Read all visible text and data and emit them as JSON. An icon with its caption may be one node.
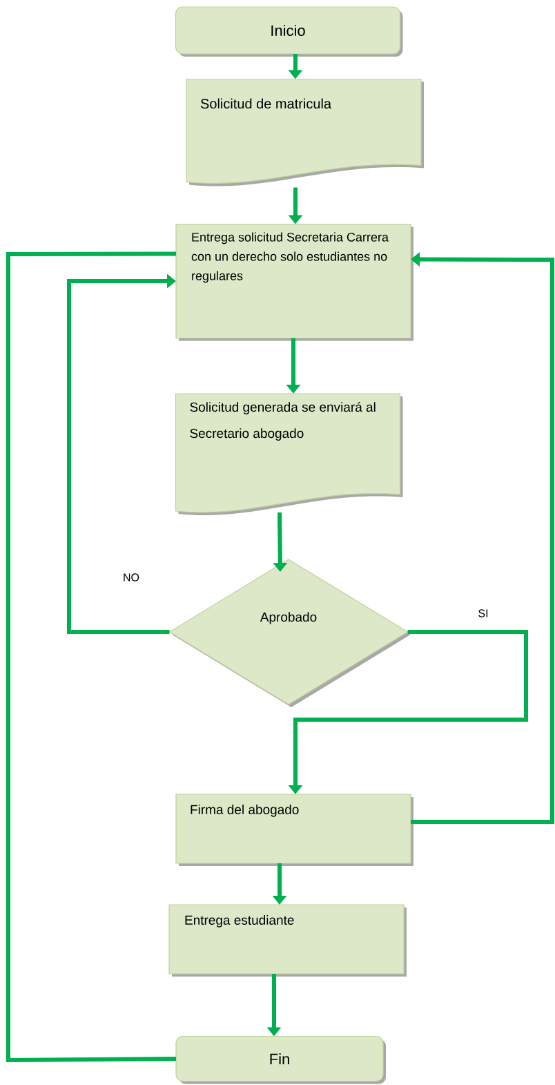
{
  "diagram": {
    "nodes": [
      {
        "text": [
          "Inicio"
        ]
      },
      {
        "text": [
          "Solicitud de matricula"
        ]
      },
      {
        "text": [
          "Entrega solicitud Secretaria Carrera con un derecho solo estudiantes no regulares"
        ]
      },
      {
        "text": [
          "Solicitud generada se enviará al Secretario abogado"
        ]
      },
      {
        "text": [
          "Aprobado"
        ]
      },
      {
        "text": [
          "Firma del abogado"
        ]
      },
      {
        "text": [
          "Entrega estudiante"
        ]
      },
      {
        "text": [
          "Fin"
        ]
      }
    ],
    "edges": [
      {
        "from": 0,
        "to": 1,
        "arrow": "to"
      },
      {
        "from": 1,
        "to": 2,
        "arrow": "to"
      },
      {
        "from": 2,
        "to": 3,
        "arrow": "to"
      },
      {
        "from": 3,
        "to": 4,
        "arrow": "to"
      },
      {
        "from": 4,
        "to": 2,
        "arrow": "to",
        "label": "NO"
      },
      {
        "from": 4,
        "to": 5,
        "arrow": "to",
        "label": "SI"
      },
      {
        "from": 5,
        "to": 2,
        "arrow": "to"
      },
      {
        "from": 5,
        "to": 6,
        "arrow": "to"
      },
      {
        "from": 6,
        "to": 7,
        "arrow": "to"
      },
      {
        "from": 7,
        "to": 2,
        "arrow": "none"
      }
    ]
  }
}
